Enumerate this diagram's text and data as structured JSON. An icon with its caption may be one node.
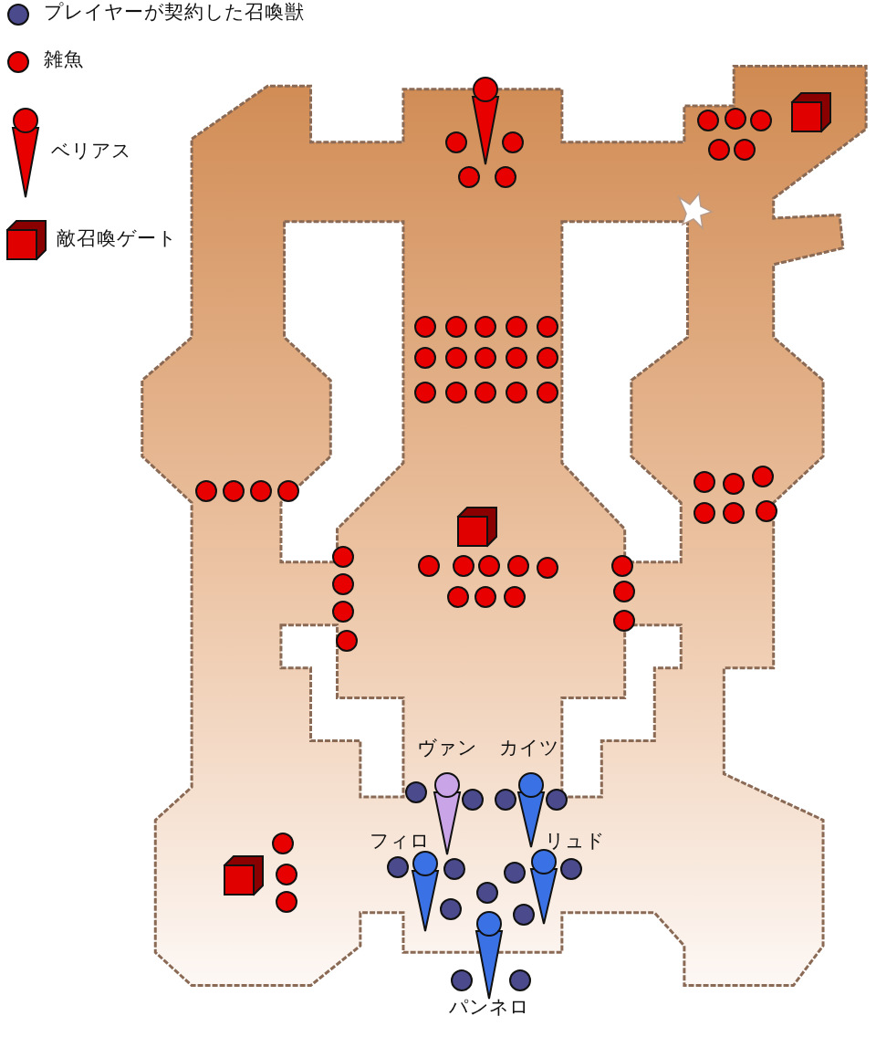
{
  "diagram": {
    "labels": [
      "ヴァン",
      "カイツ",
      "フィロ",
      "リュド",
      "パンネロ"
    ],
    "legend": [
      {
        "text": "プレイヤーが契約した召喚獣"
      },
      {
        "text": "雑魚"
      },
      {
        "text": "ベリアス"
      },
      {
        "text": "敵召喚ゲート"
      }
    ]
  }
}
